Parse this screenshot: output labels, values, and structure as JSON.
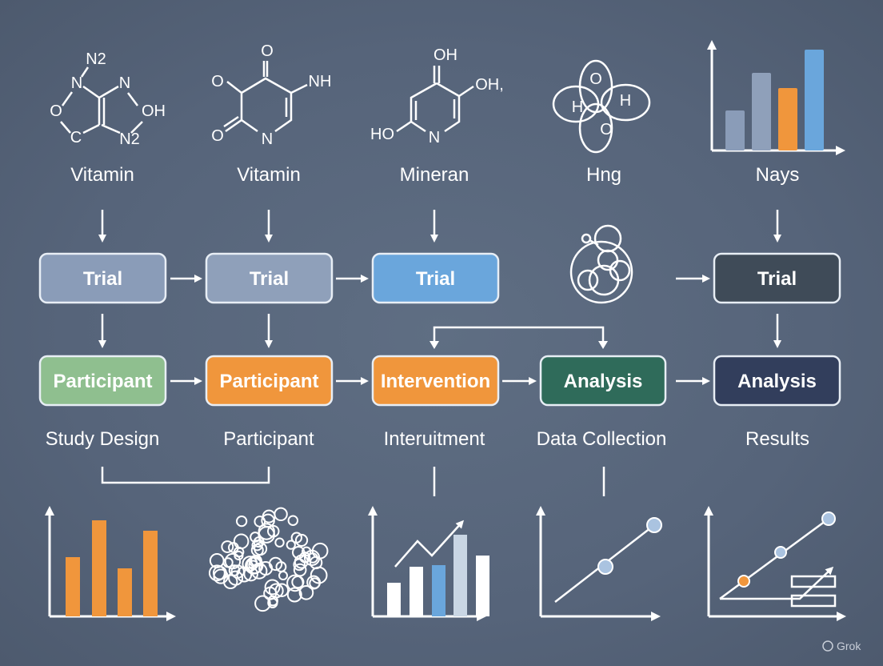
{
  "top_row": [
    {
      "label": "Vitamin",
      "atoms": [
        "N2",
        "N",
        "N",
        "O",
        "OH",
        "C",
        "N2"
      ]
    },
    {
      "label": "Vitamin",
      "atoms": [
        "O",
        "O",
        "NH",
        "O",
        "N"
      ]
    },
    {
      "label": "Mineran",
      "atoms": [
        "OH",
        "OH,",
        "HO",
        "N"
      ]
    },
    {
      "label": "Hng",
      "atoms": [
        "O",
        "H",
        "H",
        "O"
      ]
    },
    {
      "label": "Nays"
    }
  ],
  "trial_row": [
    {
      "label": "Trial",
      "color": "#8a9cb8"
    },
    {
      "label": "Trial",
      "color": "#8fa0ba"
    },
    {
      "label": "Trial",
      "color": "#6aa6dc"
    },
    {
      "label": "Trial",
      "color": "#3f4b58"
    }
  ],
  "stage_row": [
    {
      "label": "Participant",
      "color": "#8fbf8f"
    },
    {
      "label": "Participant",
      "color": "#f0963c"
    },
    {
      "label": "Intervention",
      "color": "#f0963c"
    },
    {
      "label": "Analysis",
      "color": "#2f6b5a"
    },
    {
      "label": "Analysis",
      "color": "#323e5c"
    }
  ],
  "stage_labels": [
    "Study Design",
    "Participant",
    "Interuitment",
    "Data Collection",
    "Results"
  ],
  "watermark": "Grok"
}
